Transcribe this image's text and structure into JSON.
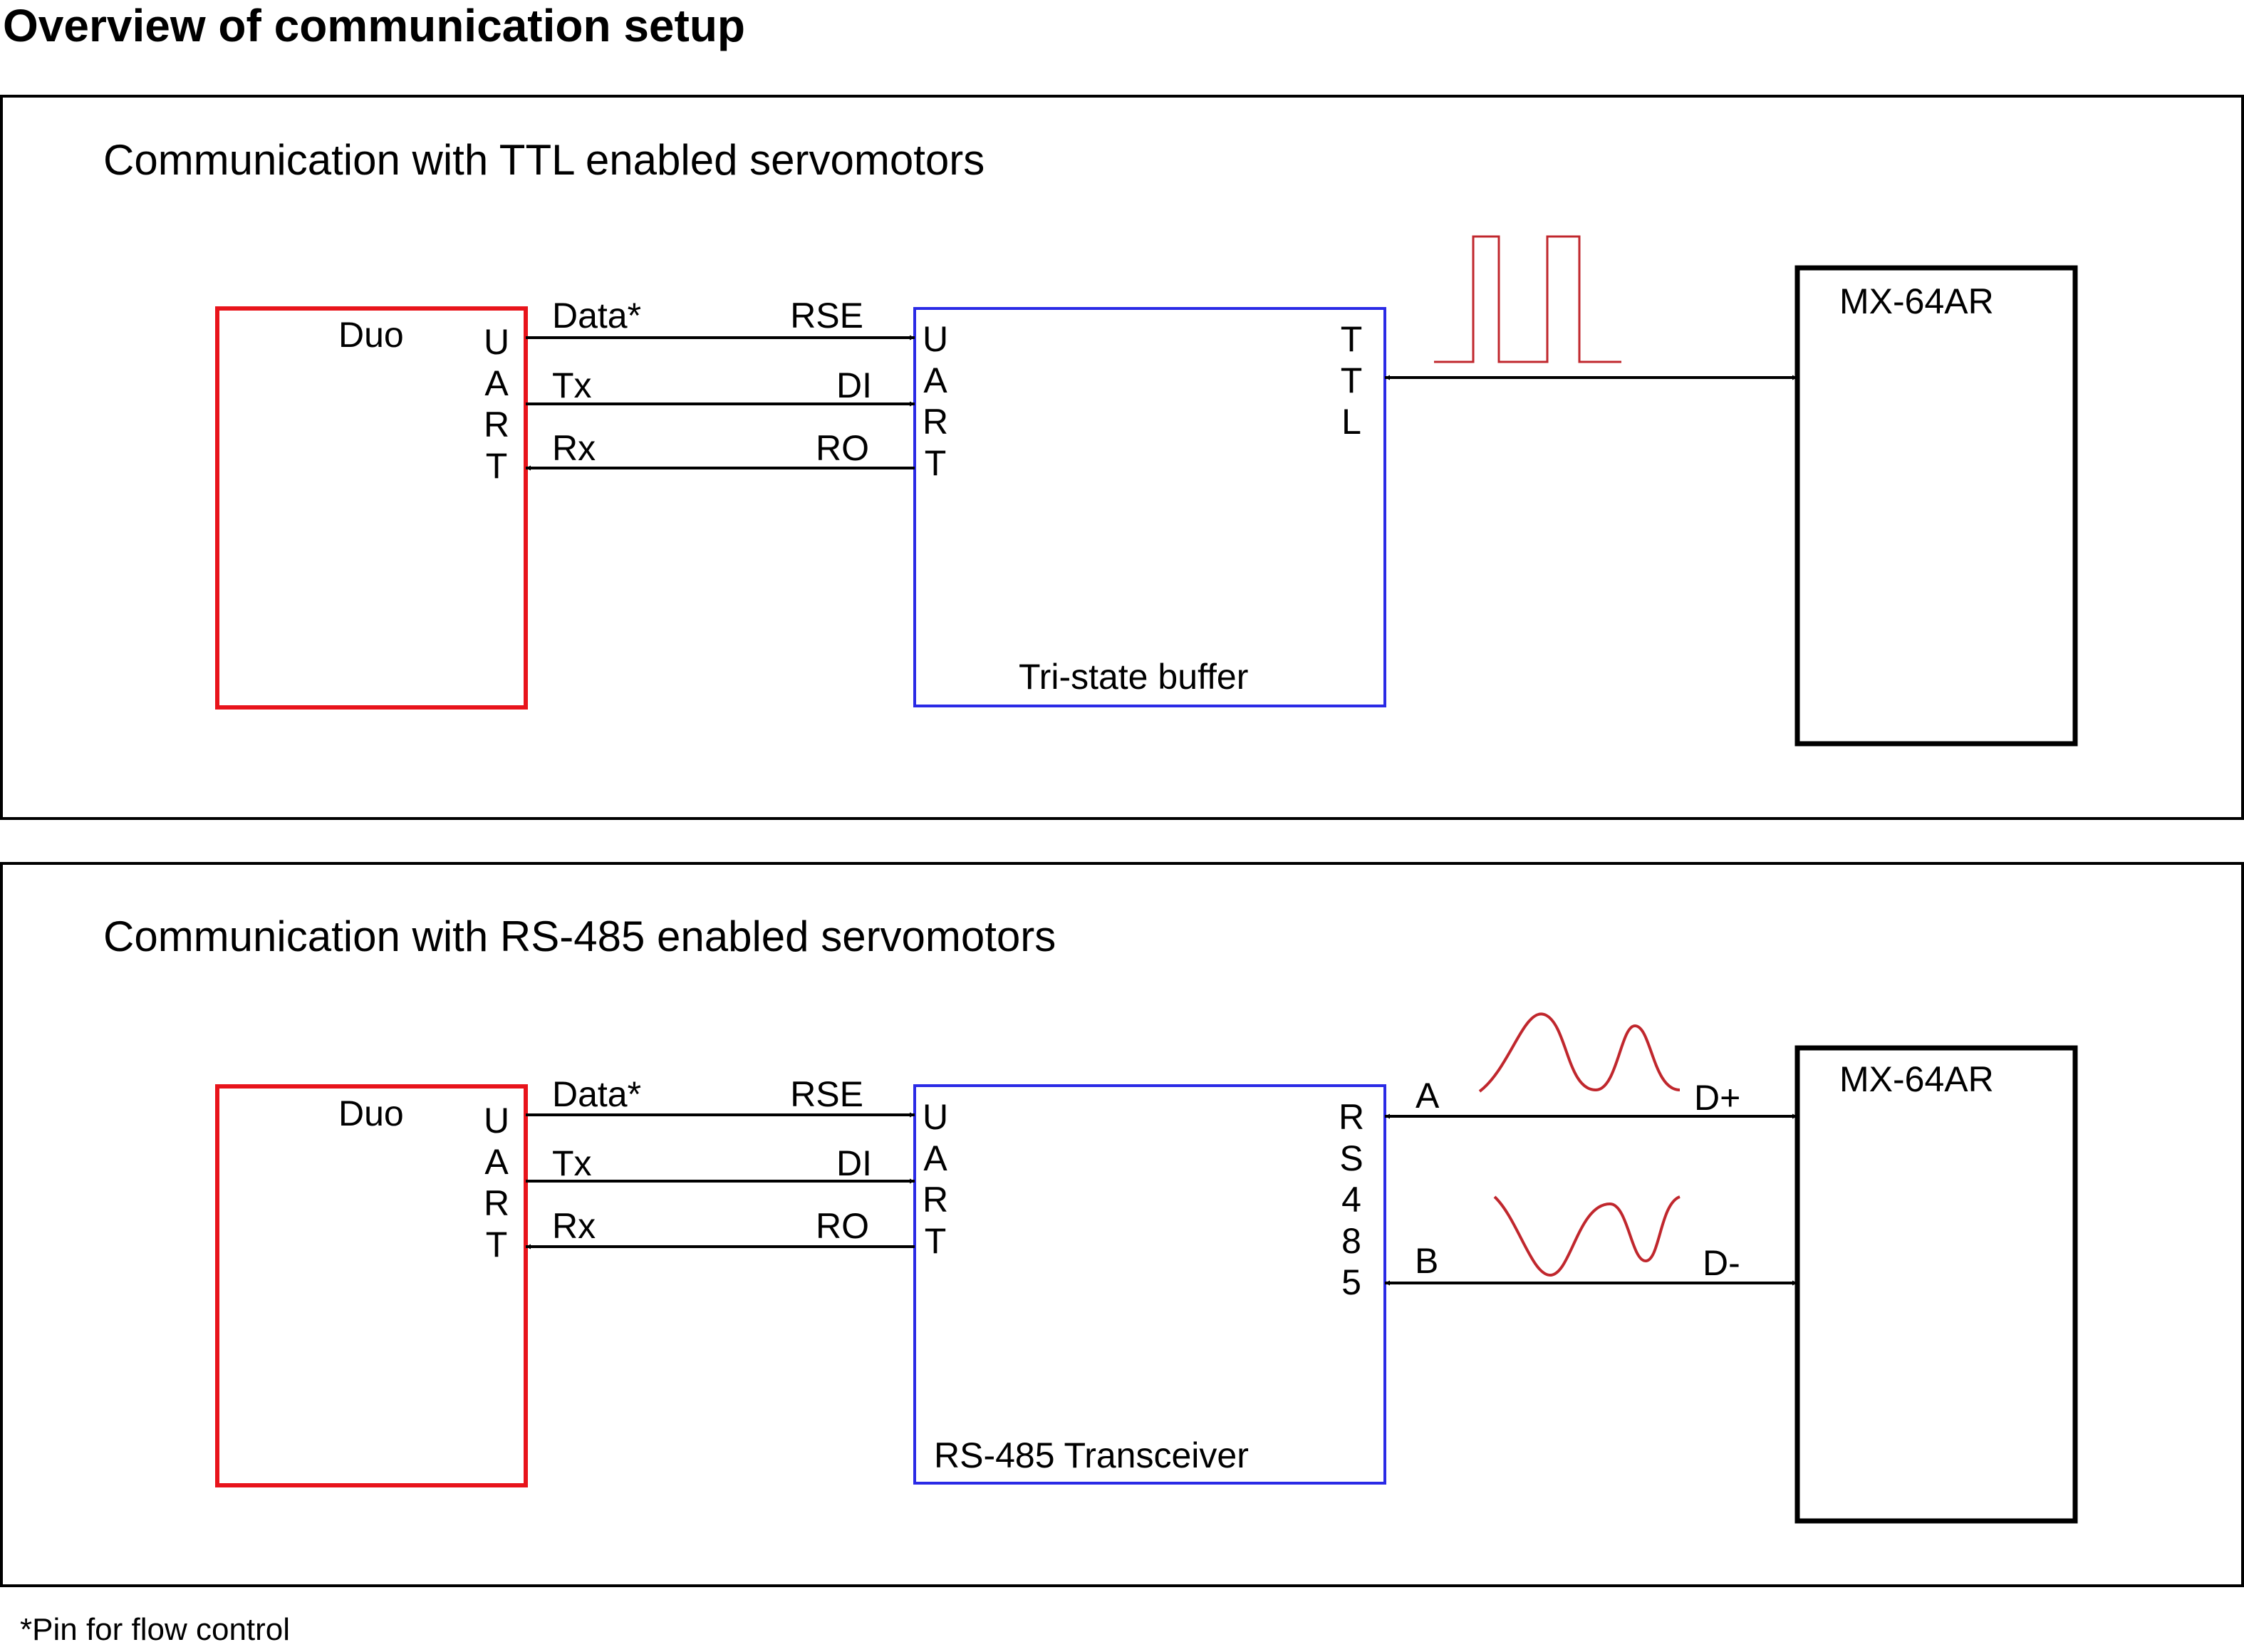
{
  "title": "Overview of communication setup",
  "footnote": "*Pin for flow control",
  "colors": {
    "controller_border": "#e8141b",
    "buffer_border": "#2a2ae6",
    "waveform": "#c0272d",
    "line": "#000000"
  },
  "panel_ttl": {
    "title": "Communication with TTL enabled servomotors",
    "controller": {
      "name": "Duo",
      "uart": "UART"
    },
    "buffer": {
      "name": "Tri-state buffer",
      "uart": "UART",
      "bus": "TTL"
    },
    "motor": {
      "name": "MX-64AR"
    },
    "signals": [
      {
        "left": "Data*",
        "right": "RSE"
      },
      {
        "left": "Tx",
        "right": "DI"
      },
      {
        "left": "Rx",
        "right": "RO"
      }
    ]
  },
  "panel_rs485": {
    "title": "Communication with RS-485 enabled servomotors",
    "controller": {
      "name": "Duo",
      "uart": "UART"
    },
    "buffer": {
      "name": "RS-485 Transceiver",
      "uart": "UART",
      "bus": "RS485"
    },
    "motor": {
      "name": "MX-64AR"
    },
    "signals": [
      {
        "left": "Data*",
        "right": "RSE"
      },
      {
        "left": "Tx",
        "right": "DI"
      },
      {
        "left": "Rx",
        "right": "RO"
      }
    ],
    "bus_lines": [
      {
        "left": "A",
        "right": "D+"
      },
      {
        "left": "B",
        "right": "D-"
      }
    ]
  }
}
